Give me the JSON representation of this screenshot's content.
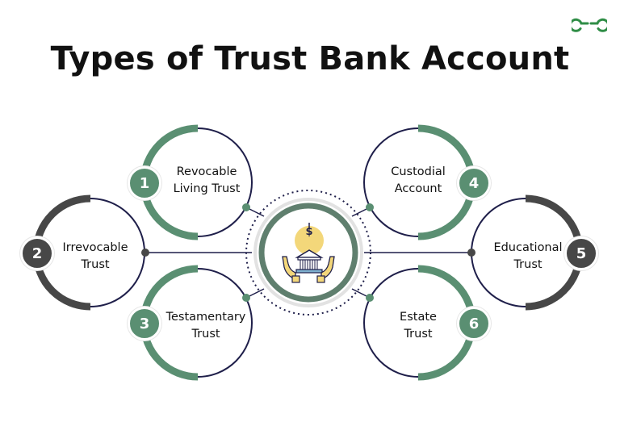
{
  "title": "Types of Trust Bank Account",
  "logo": {
    "icon": "geeksforgeeks-logo-icon",
    "color": "#2f8d46"
  },
  "colors": {
    "green": "#5a8f72",
    "dark": "#474747",
    "navy": "#1f1f4a",
    "center_ring": "#5f7f6e",
    "icon_yellow": "#f3d77a"
  },
  "center_icon": "bank-building-in-hands-with-dollar-coin-icon",
  "items": [
    {
      "number": "1",
      "line1": "Revocable",
      "line2": "Living Trust"
    },
    {
      "number": "2",
      "line1": "Irrevocable",
      "line2": "Trust"
    },
    {
      "number": "3",
      "line1": "Testamentary",
      "line2": "Trust"
    },
    {
      "number": "4",
      "line1": "Custodial",
      "line2": "Account"
    },
    {
      "number": "5",
      "line1": "Educational",
      "line2": "Trust"
    },
    {
      "number": "6",
      "line1": "Estate",
      "line2": "Trust"
    }
  ]
}
